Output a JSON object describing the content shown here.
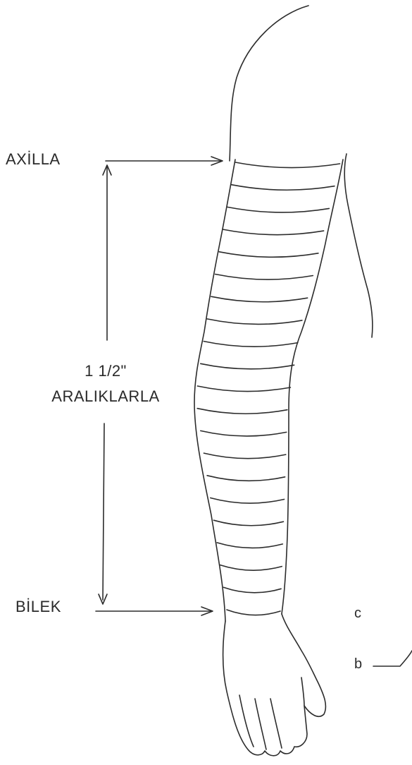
{
  "labels": {
    "axilla": "AXİLLA",
    "interval_line1": "1 1/2\"",
    "interval_line2": "ARALIKLARLA",
    "bilek": "BİLEK",
    "c": "c",
    "b": "b"
  },
  "measurement": {
    "interval_inches": 1.5,
    "measure_line_count": 21
  },
  "colors": {
    "ink": "#2c2c2c",
    "background": "#ffffff"
  }
}
